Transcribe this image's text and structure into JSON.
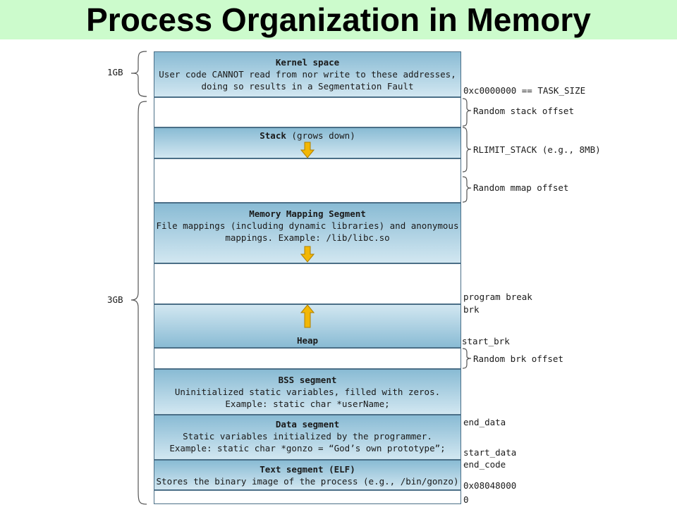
{
  "title": "Process Organization in Memory",
  "sizes": {
    "kernel": "1GB",
    "user": "3GB"
  },
  "segments": {
    "kernel": {
      "title": "Kernel space",
      "line1": "User code CANNOT read from nor write to these addresses,",
      "line2": "doing so results in a Segmentation Fault"
    },
    "stack": {
      "title": "Stack",
      "note": " (grows down)"
    },
    "mmap": {
      "title": "Memory Mapping Segment",
      "line1": "File mappings (including dynamic libraries) and anonymous",
      "line2": "mappings. Example: /lib/libc.so"
    },
    "heap": {
      "title": "Heap"
    },
    "bss": {
      "title": "BSS segment",
      "line1": "Uninitialized static variables, filled with zeros.",
      "line2": "Example: static char *userName;"
    },
    "data": {
      "title": "Data segment",
      "line1": "Static variables initialized by the programmer.",
      "line2": "Example: static char *gonzo = “God’s own prototype”;"
    },
    "text": {
      "title": "Text segment (ELF)",
      "line1": "Stores the binary image of the process (e.g., /bin/gonzo)"
    }
  },
  "labels": {
    "task_size": "0xc0000000 == TASK_SIZE",
    "random_stack": "Random stack offset",
    "rlimit_stack": "RLIMIT_STACK (e.g., 8MB)",
    "random_mmap": "Random mmap offset",
    "program_break": "program break",
    "brk": "brk",
    "start_brk": "start_brk",
    "random_brk": "Random brk offset",
    "end_data": "end_data",
    "start_data": "start_data",
    "end_code": "end_code",
    "text_start": "0x08048000",
    "zero": "0"
  },
  "colors": {
    "segment": "#89bbd4",
    "border": "#4b6f87",
    "arrow": "#f2b705",
    "title_bg": "#ccfbcc"
  }
}
